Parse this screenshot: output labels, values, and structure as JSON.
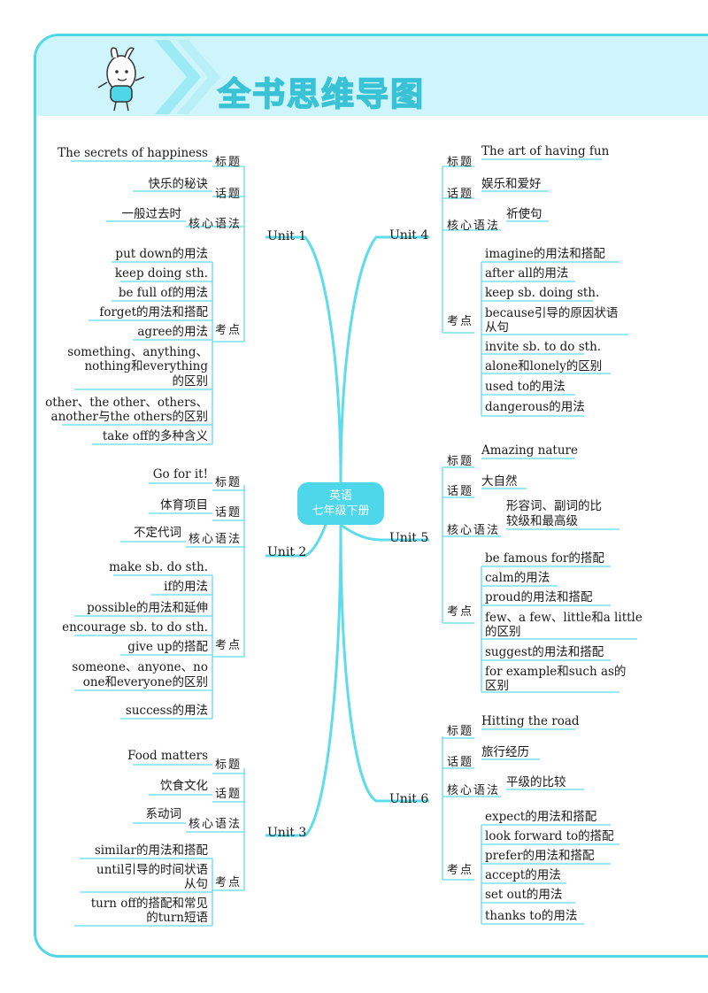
{
  "header": {
    "title": "全书思维导图"
  },
  "center": {
    "line1": "英语",
    "line2": "七年级下册"
  },
  "labels": {
    "biaoti": "标题",
    "huati": "话题",
    "yufa": "核心语法",
    "kaodian": "考点"
  },
  "units": {
    "u1": {
      "name": "Unit 1",
      "title": "The secrets of happiness",
      "topic": "快乐的秘诀",
      "grammar": "一般过去时",
      "points": [
        "put down的用法",
        "keep doing sth.",
        "be full of的用法",
        "forget的用法和搭配",
        "agree的用法",
        "something、anything、",
        "nothing和everything",
        "的区别",
        "other、the other、others、",
        "another与the others的区别",
        "take off的多种含义"
      ]
    },
    "u2": {
      "name": "Unit 2",
      "title": "Go for it!",
      "topic": "体育项目",
      "grammar": "不定代词",
      "points": [
        "make sb. do sth.",
        "if的用法",
        "possible的用法和延伸",
        "encourage sb. to do sth.",
        "give up的搭配",
        "someone、anyone、no",
        "one和everyone的区别",
        "success的用法"
      ]
    },
    "u3": {
      "name": "Unit 3",
      "title": "Food matters",
      "topic": "饮食文化",
      "grammar": "系动词",
      "points": [
        "similar的用法和搭配",
        "until引导的时间状语",
        "从句",
        "turn off的搭配和常见",
        "的turn短语"
      ]
    },
    "u4": {
      "name": "Unit 4",
      "title": "The art of having fun",
      "topic": "娱乐和爱好",
      "grammar": "祈使句",
      "points": [
        "imagine的用法和搭配",
        "after all的用法",
        "keep sb. doing sth.",
        "because引导的原因状语",
        "从句",
        "invite sb. to do sth.",
        "alone和lonely的区别",
        "used to的用法",
        "dangerous的用法"
      ]
    },
    "u5": {
      "name": "Unit 5",
      "title": "Amazing nature",
      "topic": "大自然",
      "grammar1": "形容词、副词的比",
      "grammar2": "较级和最高级",
      "points": [
        "be famous for的搭配",
        "calm的用法",
        "proud的用法和搭配",
        "few、a few、little和a little",
        "的区别",
        "suggest的用法和搭配",
        "for example和such as的",
        "区别"
      ]
    },
    "u6": {
      "name": "Unit 6",
      "title": "Hitting the road",
      "topic": "旅行经历",
      "grammar": "平级的比较",
      "points": [
        "expect的用法和搭配",
        "look forward to的搭配",
        "prefer的用法和搭配",
        "accept的用法",
        "set out的用法",
        "thanks to的用法"
      ]
    }
  },
  "colors": {
    "accent": "#4fd7e8",
    "header_bg": "#cdf5fb",
    "title": "#5fe2f0"
  }
}
